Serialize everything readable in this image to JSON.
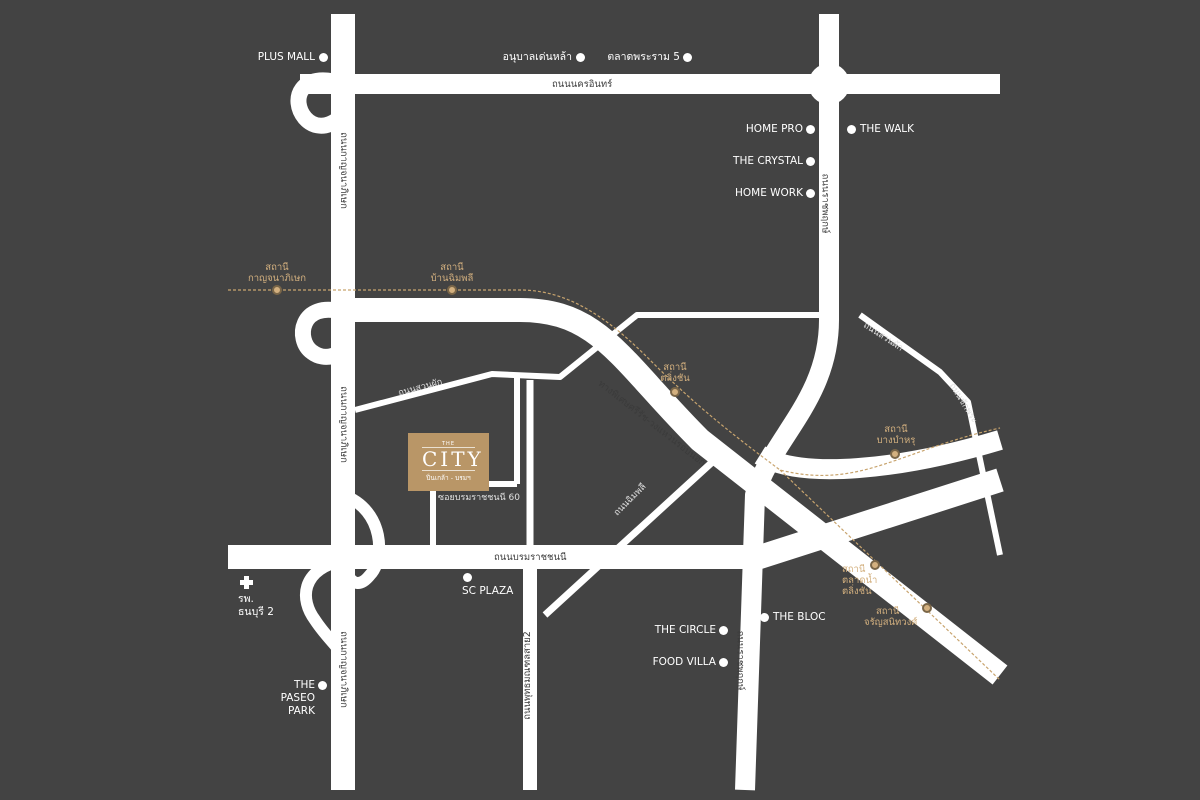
{
  "project": {
    "the": "THE",
    "name": "CITY",
    "subtitle": "ปิ่นเกล้า - บรมฯ",
    "soi": "ซอยบรมราชชนนี 60"
  },
  "roads": {
    "nakhon_in": "ถนนนครอินทร์",
    "kanchana_north": "ถนนกาญจนาภิเษก",
    "kanchana_mid": "ถนนกาญจนาภิเษก",
    "kanchana_south": "ถนนกาญจนาภิเษก",
    "ratchaphruek_north": "ถนนราชพฤกษ์",
    "ratchaphruek_south": "ถนนราชพฤกษ์",
    "borommaratchachonnani": "ถนนบรมราชชนนี",
    "phutthamonthon_sai_2": "ถนนพุทธมณฑลสาย2",
    "outer_ring": "ทางพิเศษศรีรัช-วงแหวนรอบนอก",
    "suan_phak_west": "ถนนสวนผัก",
    "suan_phak_east": "ถนนสวนผัก",
    "chimphli": "ถนนฉิมพลี",
    "chak_phra": "ถนนชักพระ"
  },
  "places": {
    "plus_mall": "PLUS MALL",
    "anuban": "อนุบาลเด่นหล้า",
    "talat_rama5": "ตลาดพระราม 5",
    "home_pro": "HOME PRO",
    "the_walk": "THE WALK",
    "the_crystal": "THE CRYSTAL",
    "home_work": "HOME WORK",
    "sc_plaza": "SC PLAZA",
    "the_circle": "THE CIRCLE",
    "the_bloc": "THE BLOC",
    "food_villa": "FOOD VILLA",
    "paseo_1": "THE",
    "paseo_2": "PASEO",
    "paseo_3": "PARK",
    "hospital_1": "รพ.",
    "hospital_2": "ธนบุรี 2"
  },
  "stations": {
    "kanchana": [
      "สถานี",
      "กาญจนาภิเษก"
    ],
    "ban_chimphli": [
      "สถานี",
      "บ้านฉิมพลี"
    ],
    "taling_chan": [
      "สถานี",
      "ตลิ่งชัน"
    ],
    "bang_ramat": [
      "สถานี",
      "บางบำหรุ"
    ],
    "talat_nam": [
      "สถานี",
      "ตลาดน้ำ",
      "ตลิ่งชัน"
    ],
    "charan": [
      "สถานี",
      "จรัญสนิทวงศ์"
    ]
  },
  "colors": {
    "background": "#434343",
    "road": "#ffffff",
    "rail": "#c8a46e",
    "station": "#d3b07f",
    "logo_bg": "#b99667"
  }
}
